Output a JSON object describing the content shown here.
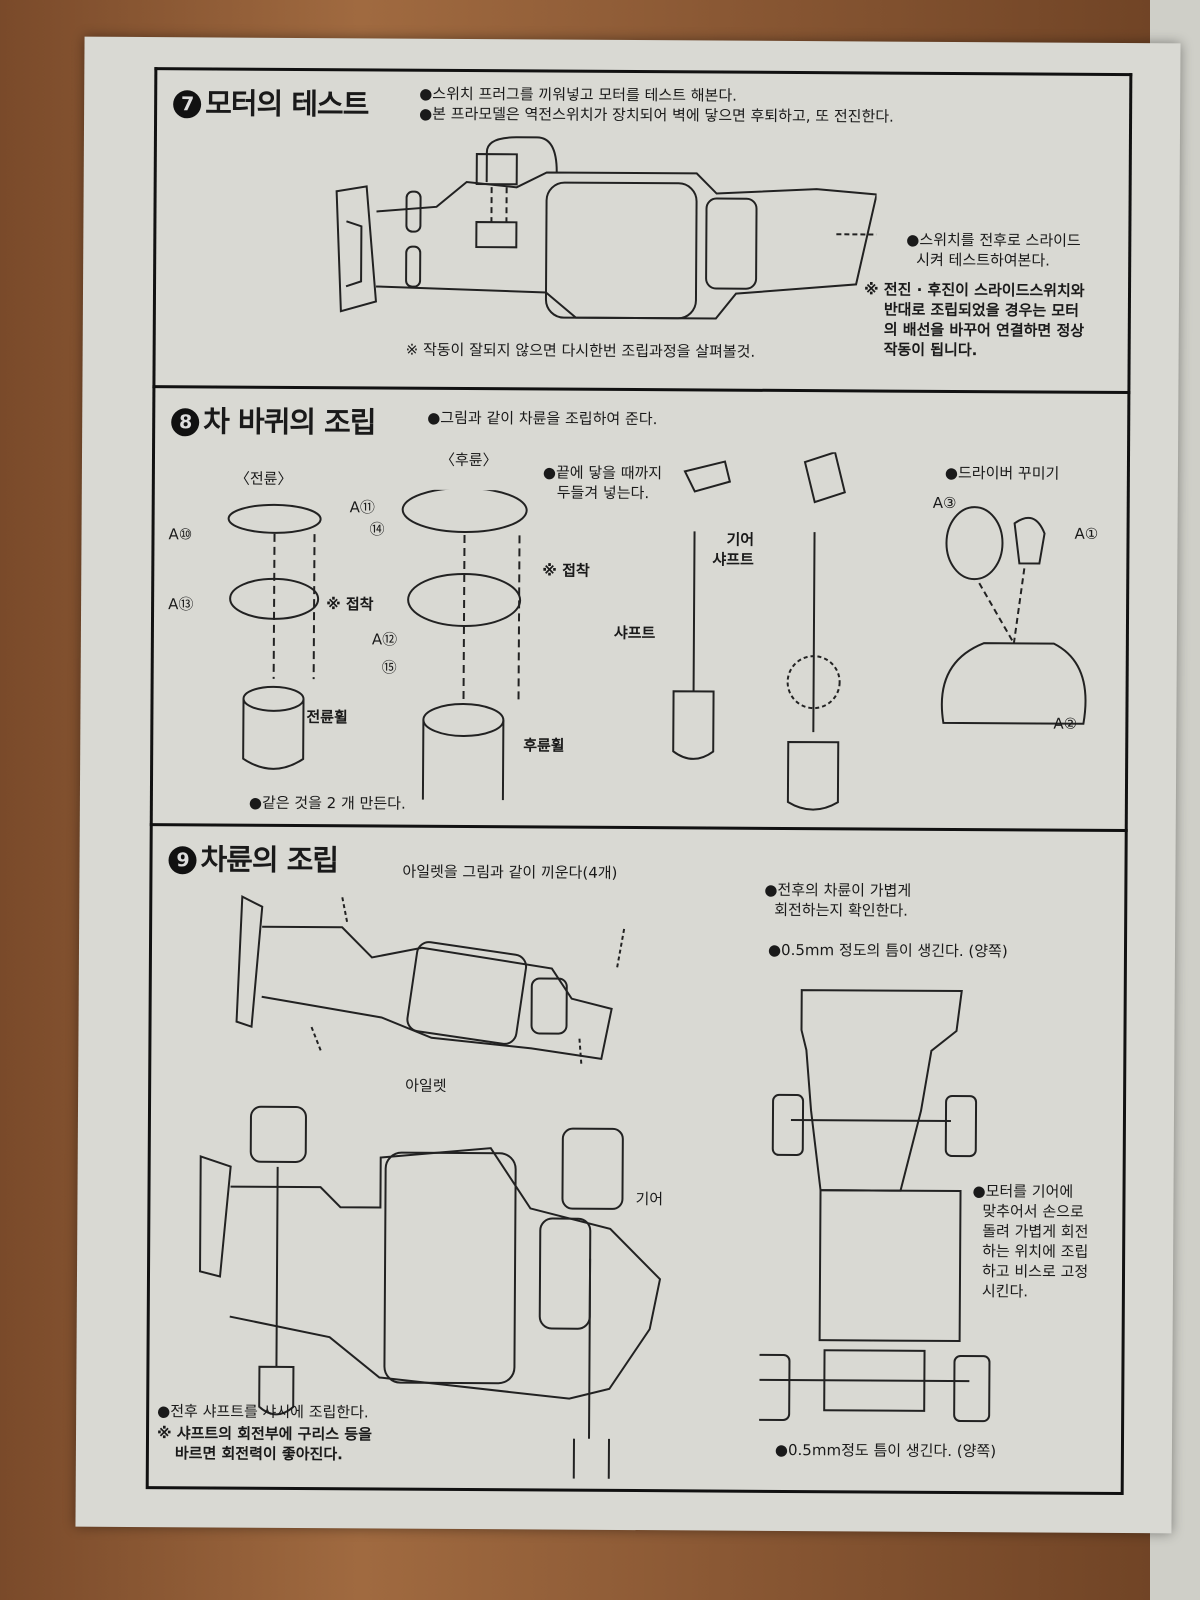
{
  "section7": {
    "number": "7",
    "title": "모터의 테스트",
    "notes": [
      "●스위치 프러그를 끼워넣고 모터를 테스트 해본다.",
      "●본 프라모델은 역전스위치가 장치되어 벽에 닿으면 후퇴하고, 또 전진한다."
    ],
    "slide_note": [
      "●스위치를 전후로 스라이드",
      "시켜 테스트하여본다."
    ],
    "warning": [
      "※ 전진 · 후진이 스라이드스위치와",
      "반대로 조립되었을 경우는 모터",
      "의 배선을 바꾸어 연결하면 정상",
      "작동이 됩니다."
    ],
    "bottom_note": "※ 작동이 잘되지 않으면 다시한번 조립과정을 살펴볼것."
  },
  "section8": {
    "number": "8",
    "title": "차 바퀴의 조립",
    "note": "●그림과 같이 차륜을 조립하여 준다.",
    "front_label": "〈전륜〉",
    "rear_label": "〈후륜〉",
    "parts": {
      "a10": "A⑩",
      "a13": "A⑬",
      "a11": "A⑪",
      "p14": "⑭",
      "a12": "A⑫",
      "p15": "⑮",
      "a3": "A③",
      "a1": "A①",
      "a2": "A②"
    },
    "glue_label": "※ 접착",
    "front_wheel": "전륜휠",
    "rear_wheel": "후륜휠",
    "hammer_note": [
      "●끝에 닿을 때까지",
      "두들겨 넣는다."
    ],
    "shaft": "샤프트",
    "gear_shaft": [
      "기어",
      "샤프트"
    ],
    "driver_note": "●드라이버 꾸미기",
    "make_two": "●같은 것을 2 개 만든다."
  },
  "section9": {
    "number": "9",
    "title": "차륜의 조립",
    "eyelet_note": "아일렛을 그림과 같이 끼운다(4개)",
    "eyelet": "아일렛",
    "gear": "기어",
    "rotate_note": [
      "●전후의 차륜이 가볍게",
      "회전하는지 확인한다."
    ],
    "gap_top": "●0.5mm 정도의 틈이 생긴다. (양쪽)",
    "motor_note": [
      "●모터를 기어에",
      "맞추어서 손으로",
      "돌려 가볍게 회전",
      "하는 위치에 조립",
      "하고 비스로 고정",
      "시킨다."
    ],
    "gap_bottom": "●0.5mm정도 틈이 생긴다. (양쪽)",
    "shaft_note": "●전후 샤프트를 샤시에 조립한다.",
    "grease_note": [
      "※ 샤프트의 회전부에 구리스 등을",
      "바르면 회전력이 좋아진다."
    ]
  }
}
